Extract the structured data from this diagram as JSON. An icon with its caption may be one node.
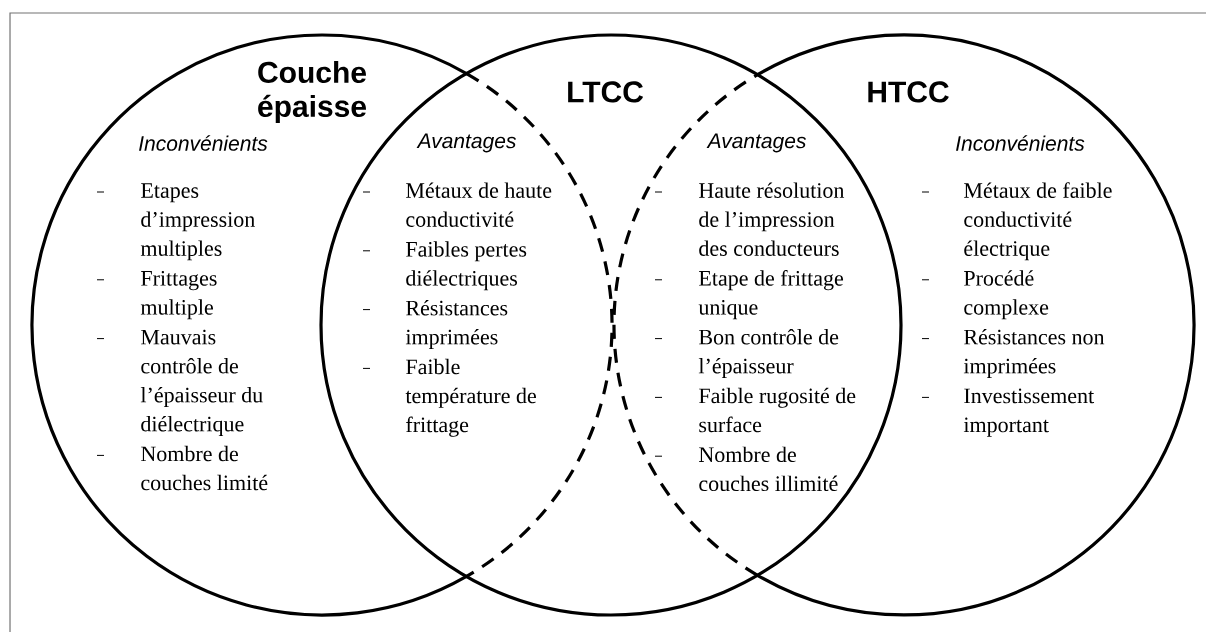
{
  "diagram": {
    "nodes": [
      {
        "text": [
          "Couche épaisse",
          "Inconvénients",
          "Etapes d’impression multiples",
          "Frittages multiple",
          "Mauvais contrôle de l’épaisseur du diélectrique",
          "Nombre de couches limité"
        ]
      },
      {
        "text": [
          "LTCC"
        ]
      },
      {
        "text": [
          "HTCC",
          "Inconvénients",
          "Métaux de faible conductivité électrique",
          "Procédé complexe",
          "Résistances non imprimées",
          "Investissement important"
        ]
      },
      {
        "in": 1,
        "text": [
          "Avantages",
          "Métaux de haute conductivité",
          "Faibles pertes diélectriques",
          "Résistances imprimées",
          "Faible température de frittage"
        ]
      },
      {
        "in": 1,
        "text": [
          "Avantages",
          "Haute résolution de l’impression des conducteurs",
          "Etape de frittage unique",
          "Bon contrôle de l’épaisseur",
          "Faible rugosité de surface",
          "Nombre de couches illimité"
        ]
      }
    ]
  }
}
